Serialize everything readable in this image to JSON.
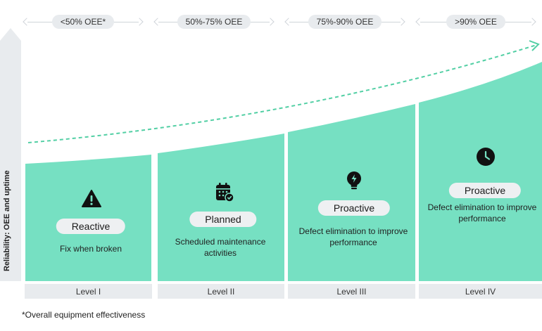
{
  "ranges": [
    "<50% OEE*",
    "50%-75% OEE",
    "75%-90% OEE",
    ">90% OEE"
  ],
  "axis_label": "Reliability: OEE and uptime",
  "stages": [
    {
      "icon": "warning-icon",
      "badge": "Reactive",
      "description": "Fix when broken",
      "level": "Level I"
    },
    {
      "icon": "calendar-check-icon",
      "badge": "Planned",
      "description": "Scheduled maintenance activities",
      "level": "Level II"
    },
    {
      "icon": "lightbulb-icon",
      "badge": "Proactive",
      "description": "Defect elimination to improve performance",
      "level": "Level III"
    },
    {
      "icon": "clock-icon",
      "badge": "Proactive",
      "description": "Defect elimination to improve performance",
      "level": "Level IV"
    }
  ],
  "footnote": "*Overall equipment effectiveness",
  "colors": {
    "fill": "#76e0c2",
    "trend": "#52cfa4",
    "axis": "#e8ebee",
    "pill": "#e8ebee",
    "badge": "#eef0f2"
  }
}
